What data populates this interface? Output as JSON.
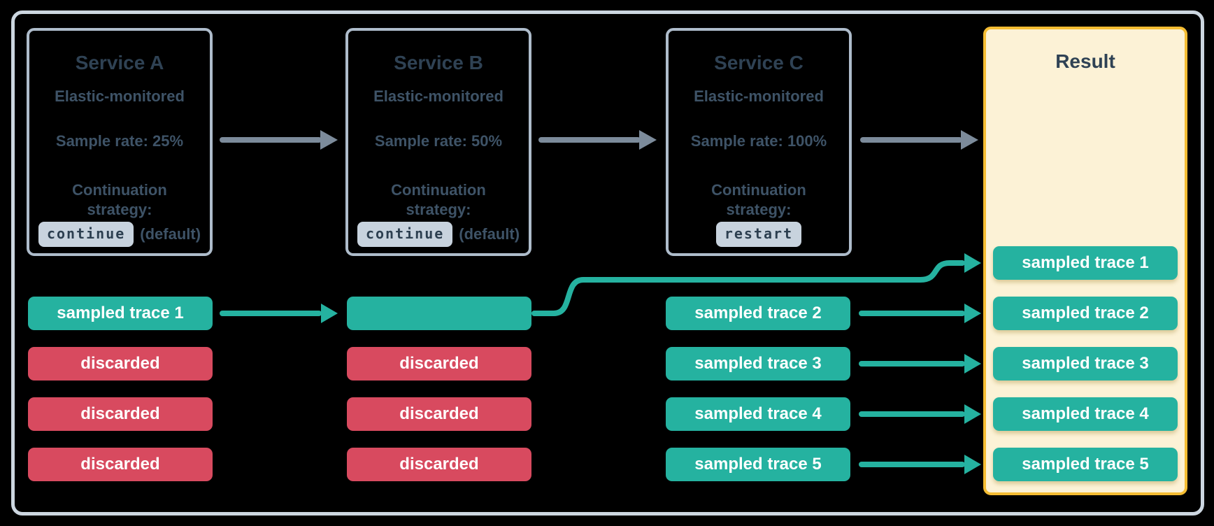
{
  "services": [
    {
      "name": "Service A",
      "monitoring": "Elastic-monitored",
      "sample_rate": "Sample rate: 25%",
      "continuation_line1": "Continuation",
      "continuation_line2": "strategy:",
      "strategy_code": "continue",
      "strategy_note": "(default)"
    },
    {
      "name": "Service B",
      "monitoring": "Elastic-monitored",
      "sample_rate": "Sample rate: 50%",
      "continuation_line1": "Continuation",
      "continuation_line2": "strategy:",
      "strategy_code": "continue",
      "strategy_note": "(default)"
    },
    {
      "name": "Service C",
      "monitoring": "Elastic-monitored",
      "sample_rate": "Sample rate: 100%",
      "continuation_line1": "Continuation",
      "continuation_line2": "strategy:",
      "strategy_code": "restart",
      "strategy_note": ""
    }
  ],
  "trace_columns": {
    "service_a": {
      "row2": "sampled trace 1",
      "row3": "discarded",
      "row4": "discarded",
      "row5": "discarded"
    },
    "service_b": {
      "row2": "",
      "row3": "discarded",
      "row4": "discarded",
      "row5": "discarded"
    },
    "service_c": {
      "row2": "sampled trace 2",
      "row3": "sampled trace 3",
      "row4": "sampled trace 4",
      "row5": "sampled trace 5"
    }
  },
  "result": {
    "title": "Result",
    "traces": [
      "sampled trace 1",
      "sampled trace 2",
      "sampled trace 3",
      "sampled trace 4",
      "sampled trace 5"
    ]
  },
  "colors": {
    "background": "#000000",
    "outer_border": "#ccd6e0",
    "service_border": "#aebccb",
    "title_text": "#2f4254",
    "body_text": "#3e5367",
    "code_chip_bg": "#c8d3de",
    "sampled_teal": "#25b2a0",
    "discarded_red": "#d84a5f",
    "result_bg": "#fcf2d6",
    "result_border": "#f5bd33",
    "flow_arrow_gray": "#7c8b9b"
  }
}
